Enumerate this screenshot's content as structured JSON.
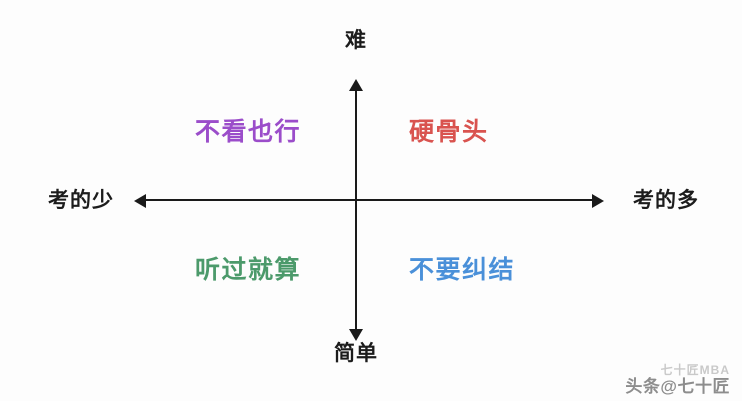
{
  "chart_data": {
    "type": "scatter",
    "title": "",
    "subtitle": "",
    "xlabel": "",
    "ylabel": "",
    "grid": false,
    "legend": "none",
    "axes": {
      "vertical": {
        "positive_end_label": "难",
        "negative_end_label": "简单",
        "arrow_both_ends": true
      },
      "horizontal": {
        "positive_end_label": "考的多",
        "negative_end_label": "考的少",
        "arrow_both_ends": true
      }
    },
    "quadrants": [
      {
        "position": "top-left",
        "label": "不看也行",
        "color": "#9B4DCA",
        "x_axis_value": "考的少",
        "y_axis_value": "难"
      },
      {
        "position": "top-right",
        "label": "硬骨头",
        "color": "#D9534F",
        "x_axis_value": "考的多",
        "y_axis_value": "难"
      },
      {
        "position": "bottom-left",
        "label": "听过就算",
        "color": "#4C9A6B",
        "x_axis_value": "考的少",
        "y_axis_value": "简单"
      },
      {
        "position": "bottom-right",
        "label": "不要纠结",
        "color": "#4A90D9",
        "x_axis_value": "考的多",
        "y_axis_value": "简单"
      }
    ]
  },
  "diagram": {
    "axis_labels": {
      "top": "难",
      "bottom": "简单",
      "left": "考的少",
      "right": "考的多"
    },
    "axis_color": "#1a1a1a",
    "background_color": "#fdfdfd"
  },
  "watermark": {
    "line_top": "七十匠MBA",
    "line_bottom": "头条@七十匠"
  }
}
